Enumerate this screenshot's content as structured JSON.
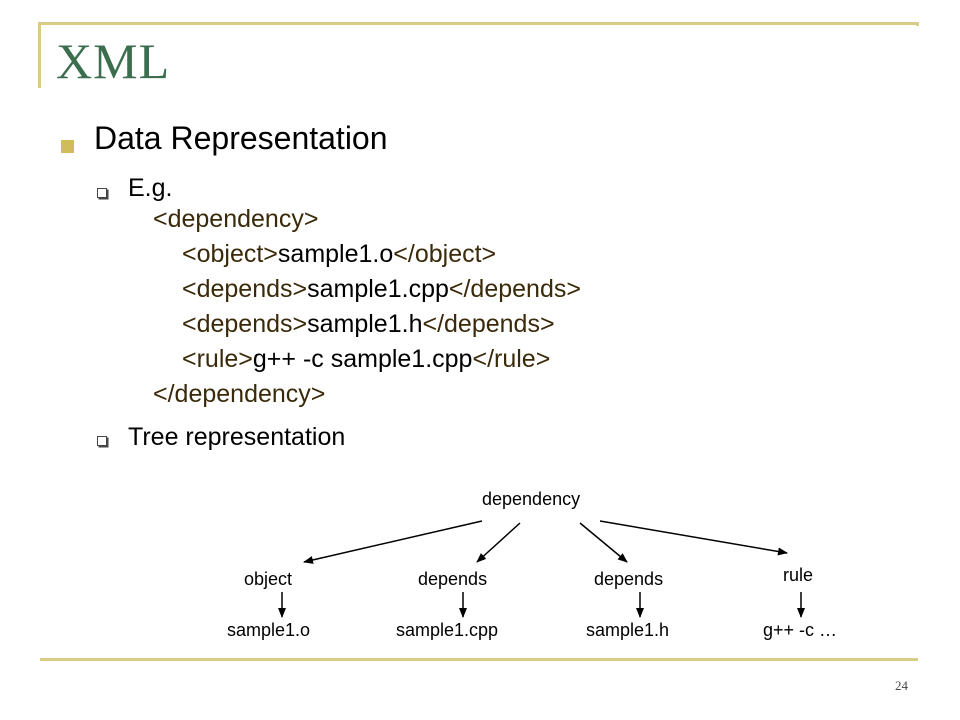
{
  "slide": {
    "title": "XML",
    "bullet1": "Data Representation",
    "sub1": "E.g.",
    "sub2": "Tree representation",
    "code": {
      "line1": "<dependency>",
      "line2_open": "<object>",
      "line2_text": "sample1.o",
      "line2_close": "</object>",
      "line3_open": "<depends>",
      "line3_text": "sample1.cpp",
      "line3_close": "</depends>",
      "line4_open": "<depends>",
      "line4_text": "sample1.h",
      "line4_close": "</depends>",
      "line5_open": "<rule>",
      "line5_text": "g++ -c sample1.cpp",
      "line5_close": "</rule>",
      "line6": "</dependency>"
    },
    "tree": {
      "root": "dependency",
      "children": [
        {
          "label": "object",
          "value": "sample1.o"
        },
        {
          "label": "depends",
          "value": "sample1.cpp"
        },
        {
          "label": "depends",
          "value": "sample1.h"
        },
        {
          "label": "rule",
          "value": "g++ -c …"
        }
      ]
    },
    "page_number": "24",
    "colors": {
      "title": "#3B6E4E",
      "rule": "#D9CC86",
      "bullet": "#D1BC5B"
    }
  }
}
